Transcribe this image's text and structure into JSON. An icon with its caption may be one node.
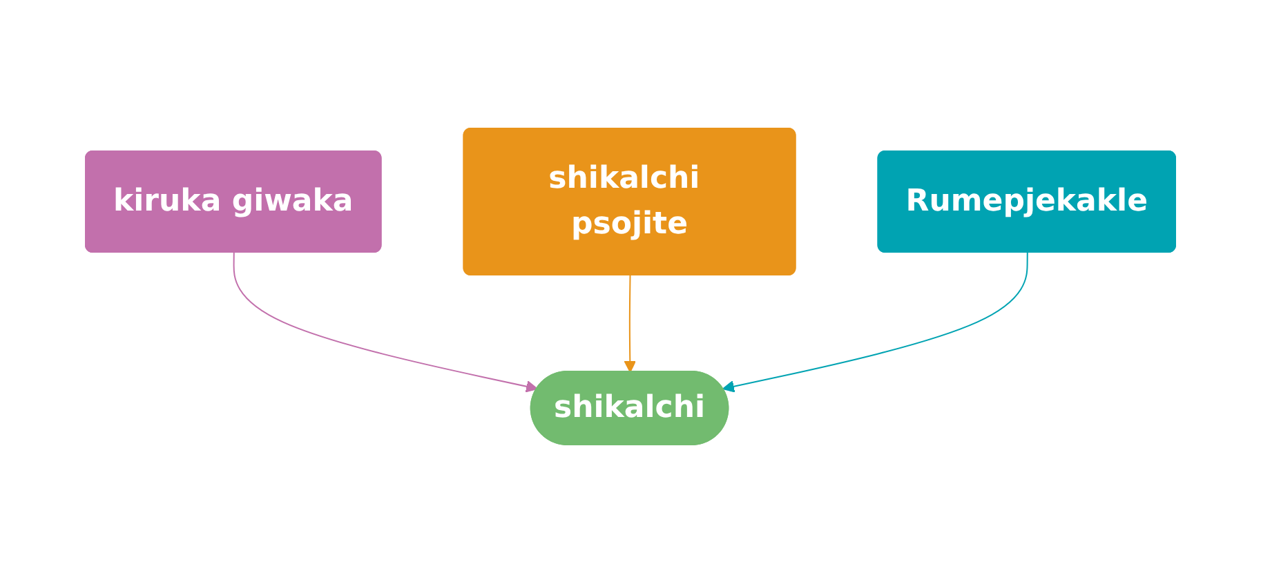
{
  "diagram": {
    "nodes": [
      {
        "text": [
          "shikalchi psojite"
        ]
      },
      {
        "text": [
          "kiruka giwaka"
        ]
      },
      {
        "text": [
          "Rumepjekakle"
        ]
      },
      {
        "text": [
          "shikalchi"
        ]
      }
    ],
    "edges": [
      {
        "from": 1,
        "to": 3,
        "arrow": "to",
        "color": "#c270ac"
      },
      {
        "from": 0,
        "to": 3,
        "arrow": "to",
        "color": "#e9941a"
      },
      {
        "from": 2,
        "to": 3,
        "arrow": "to",
        "color": "#00a3b2"
      }
    ]
  }
}
